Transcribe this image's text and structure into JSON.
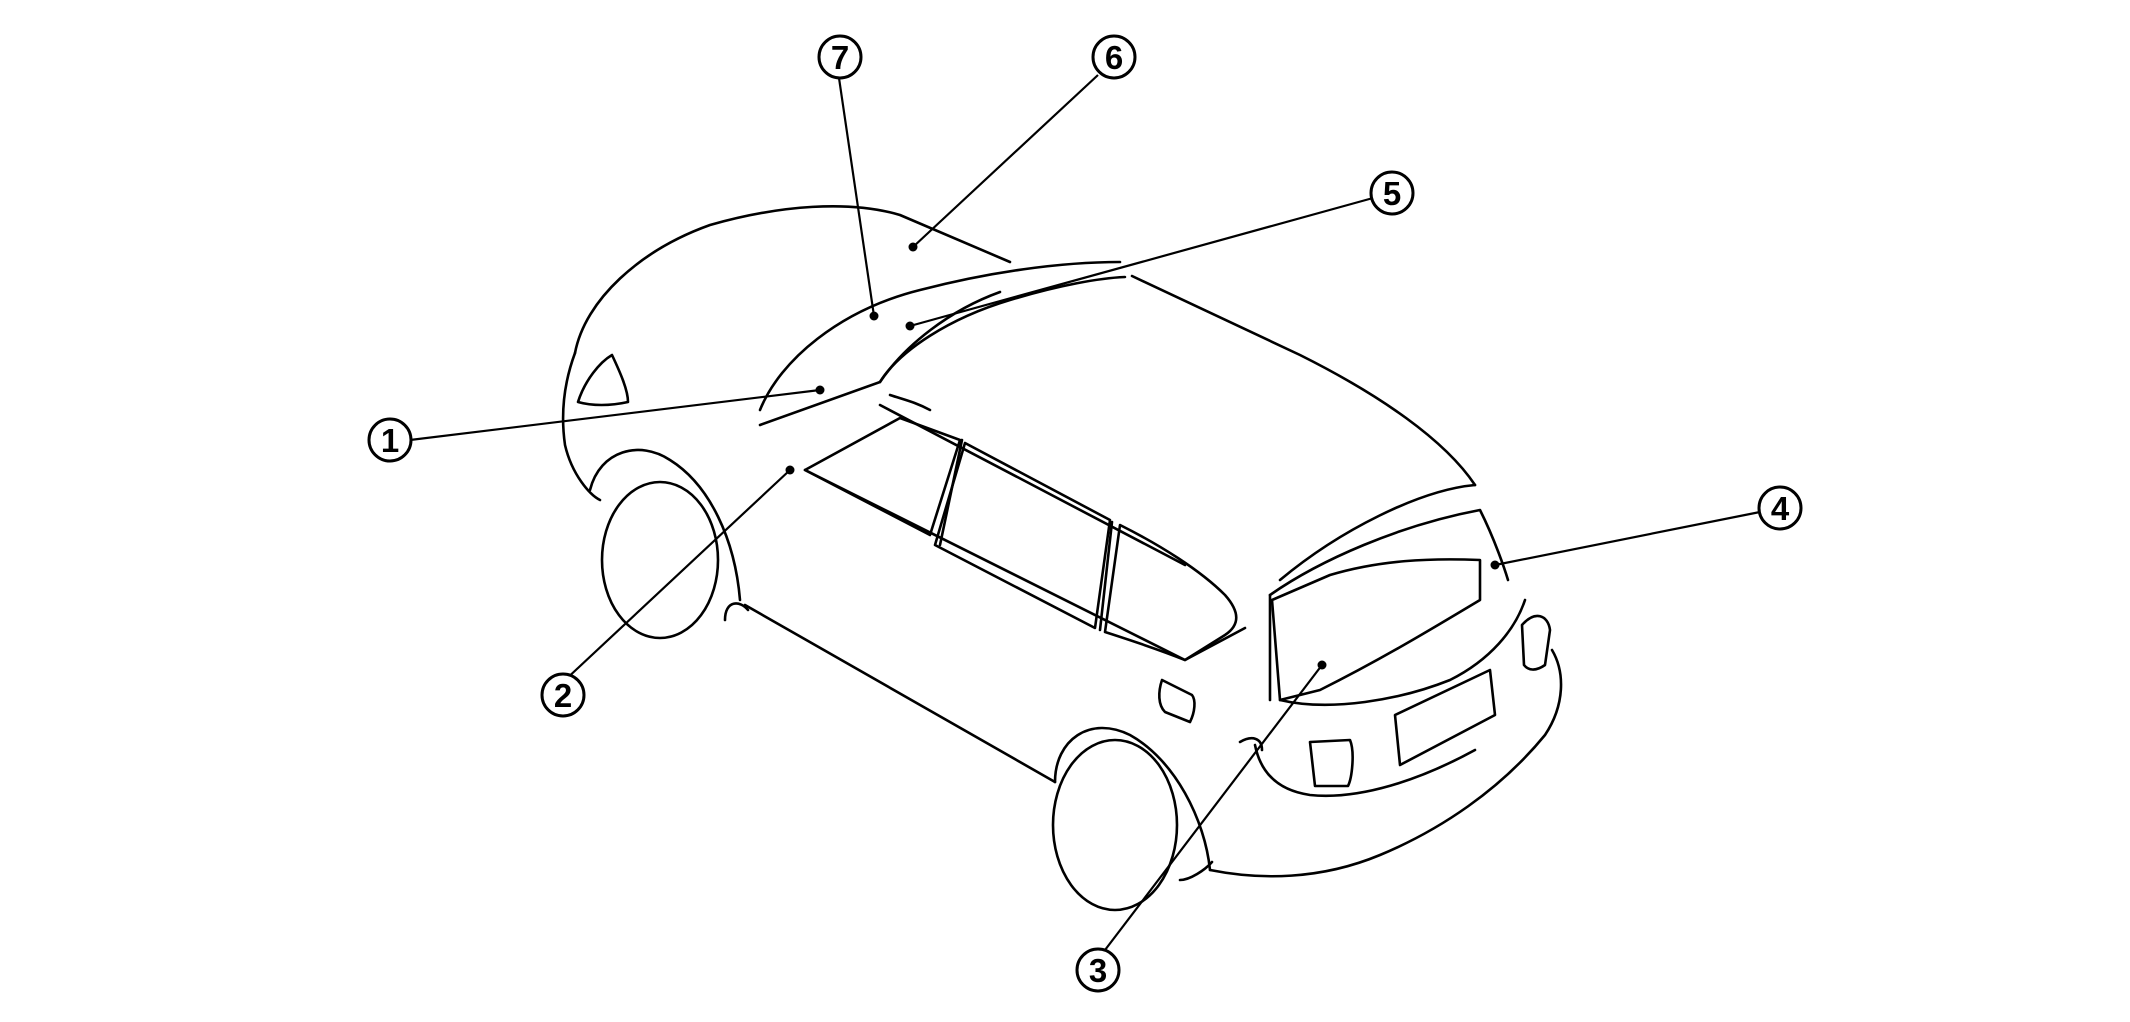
{
  "diagram": {
    "callouts": [
      {
        "id": 1,
        "label": "1"
      },
      {
        "id": 2,
        "label": "2"
      },
      {
        "id": 3,
        "label": "3"
      },
      {
        "id": 4,
        "label": "4"
      },
      {
        "id": 5,
        "label": "5"
      },
      {
        "id": 6,
        "label": "6"
      },
      {
        "id": 7,
        "label": "7"
      }
    ]
  }
}
